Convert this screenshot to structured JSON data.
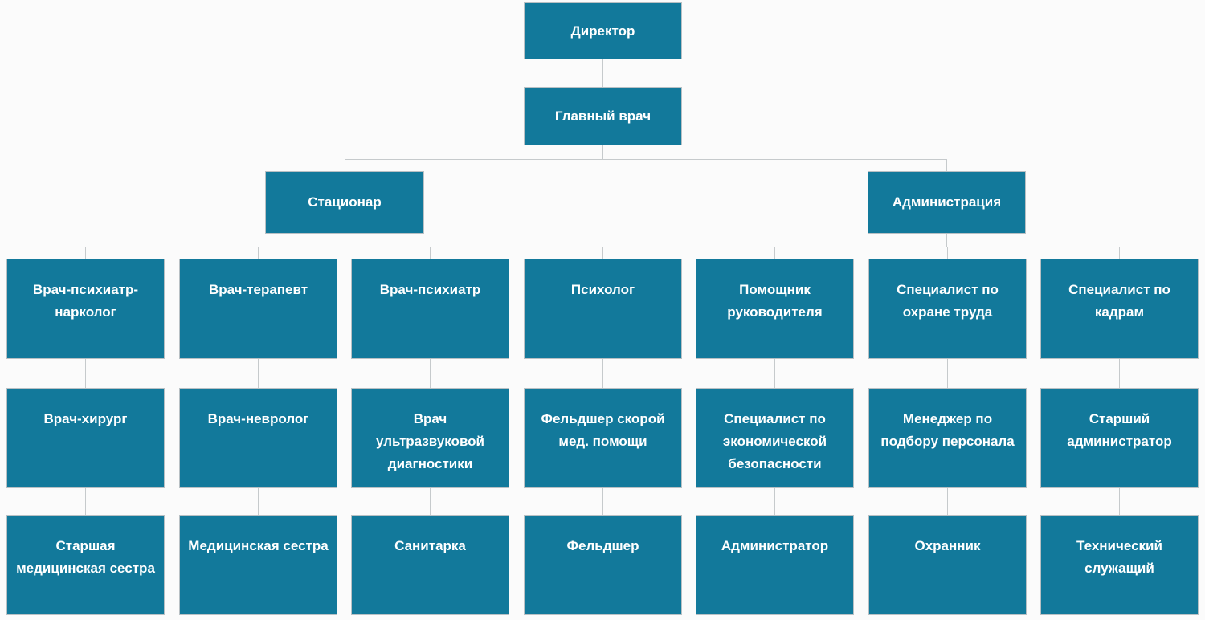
{
  "diagram": {
    "type": "org-chart",
    "language": "ru",
    "colors": {
      "node_fill": "#12799B",
      "node_border": "#b8c0c4",
      "node_text": "#ffffff",
      "connector": "#c6cacc",
      "background": "#fbfbfb"
    },
    "nodes": {
      "director": "Директор",
      "chief_physician": "Главный врач",
      "branch_inpatient": "Стационар",
      "branch_administration": "Администрация"
    },
    "inpatient_columns": [
      {
        "level1": "Врач-психиатр-нарколог",
        "level2": "Врач-хирург",
        "level3": "Старшая медицинская сестра"
      },
      {
        "level1": "Врач-терапевт",
        "level2": "Врач-невролог",
        "level3": "Медицинская сестра"
      },
      {
        "level1": "Врач-психиатр",
        "level2": "Врач ультразвуковой диагностики",
        "level3": "Санитарка"
      },
      {
        "level1": "Психолог",
        "level2": "Фельдшер скорой мед. помощи",
        "level3": "Фельдшер"
      }
    ],
    "administration_columns": [
      {
        "level1": "Помощник руководителя",
        "level2": "Специалист по экономической безопасности",
        "level3": "Администратор"
      },
      {
        "level1": "Специалист по охране труда",
        "level2": "Менеджер по подбору персонала",
        "level3": "Охранник"
      },
      {
        "level1": "Специалист по кадрам",
        "level2": "Старший администратор",
        "level3": "Технический служащий"
      }
    ]
  }
}
